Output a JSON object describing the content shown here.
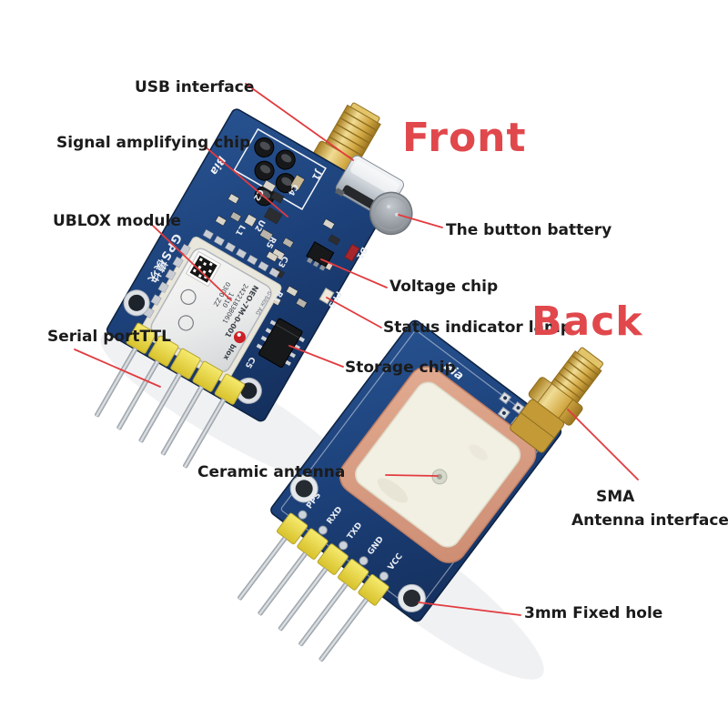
{
  "headings": {
    "front": "Front",
    "back": "Back"
  },
  "labels": {
    "usb": "USB interface",
    "signal_amp": "Signal amplifying chip",
    "ublox": "UBLOX module",
    "serial": "Serial portTTL",
    "battery": "The button battery",
    "voltage": "Voltage chip",
    "status": "Status indicator lamp",
    "storage": "Storage chip",
    "ceramic": "Ceramic antenna",
    "sma_line1": "SMA",
    "sma_line2": "Antenna interface",
    "fixed_hole": "3mm Fixed hole"
  },
  "front_board": {
    "side_text": "GPS模块",
    "brand": "Bia",
    "refs": [
      "J1",
      "C2",
      "C4",
      "U2",
      "R5",
      "L1",
      "C3",
      "R1",
      "D1",
      "PPS",
      "C5"
    ],
    "module": {
      "line1": "NEO-7M-0-001",
      "line2": "24221838061",
      "line3": "1510",
      "line4": "0300 ZZ",
      "maker": "u-blox AG",
      "logo": "blox"
    }
  },
  "back_board": {
    "brand": "Bia",
    "pins": [
      "PPS",
      "RXD",
      "TXD",
      "GND",
      "VCC"
    ]
  },
  "colors": {
    "background": "#ffffff",
    "leader_red": "#e23b3f",
    "heading_red": "#e0484c",
    "pcb_blue": "#1c4079",
    "antenna_salmon": "#d79a82",
    "ceramic_white": "#f2efe3",
    "header_yellow": "#ecd94f",
    "gold": "#d2a843"
  }
}
